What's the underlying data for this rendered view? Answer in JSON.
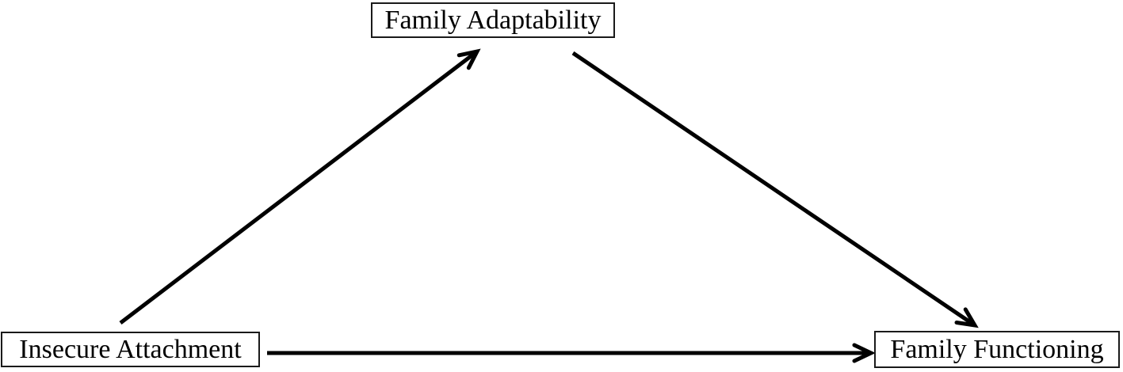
{
  "diagram": {
    "nodes": {
      "insecure_attachment": {
        "label": "Insecure Attachment"
      },
      "family_adaptability": {
        "label": "Family Adaptability"
      },
      "family_functioning": {
        "label": "Family Functioning"
      }
    },
    "edges": [
      {
        "from": "Insecure Attachment",
        "to": "Family Adaptability",
        "direction": "up-right"
      },
      {
        "from": "Family Adaptability",
        "to": "Family Functioning",
        "direction": "down-right"
      },
      {
        "from": "Insecure Attachment",
        "to": "Family Functioning",
        "direction": "right"
      }
    ],
    "colors": {
      "line": "#000000",
      "box_border": "#1a1a1a",
      "text": "#000000",
      "background": "#ffffff"
    }
  }
}
